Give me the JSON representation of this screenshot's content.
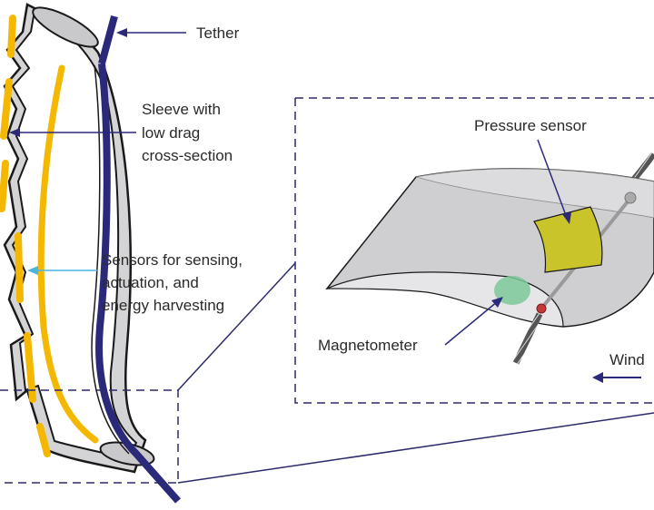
{
  "labels": {
    "tether": "Tether",
    "sleeve": [
      "Sleeve with",
      "low drag",
      "cross-section"
    ],
    "sensors": [
      "Sensors for sensing,",
      "actuation, and",
      "energy harvesting"
    ],
    "pressure_sensor": "Pressure sensor",
    "magnetometer": "Magnetometer",
    "wind": "Wind"
  },
  "colors": {
    "tether": "#2b2a7a",
    "sensor_strip": "#f5b800",
    "pressure_pad": "#c8c42a",
    "magnetometer": "#7cc89a",
    "sleeve_fill": "#c9c9cc",
    "sensor_arrow": "#4ab6e0",
    "dashed_box": "#2b2a6a",
    "label_text": "#2a2a2a"
  }
}
